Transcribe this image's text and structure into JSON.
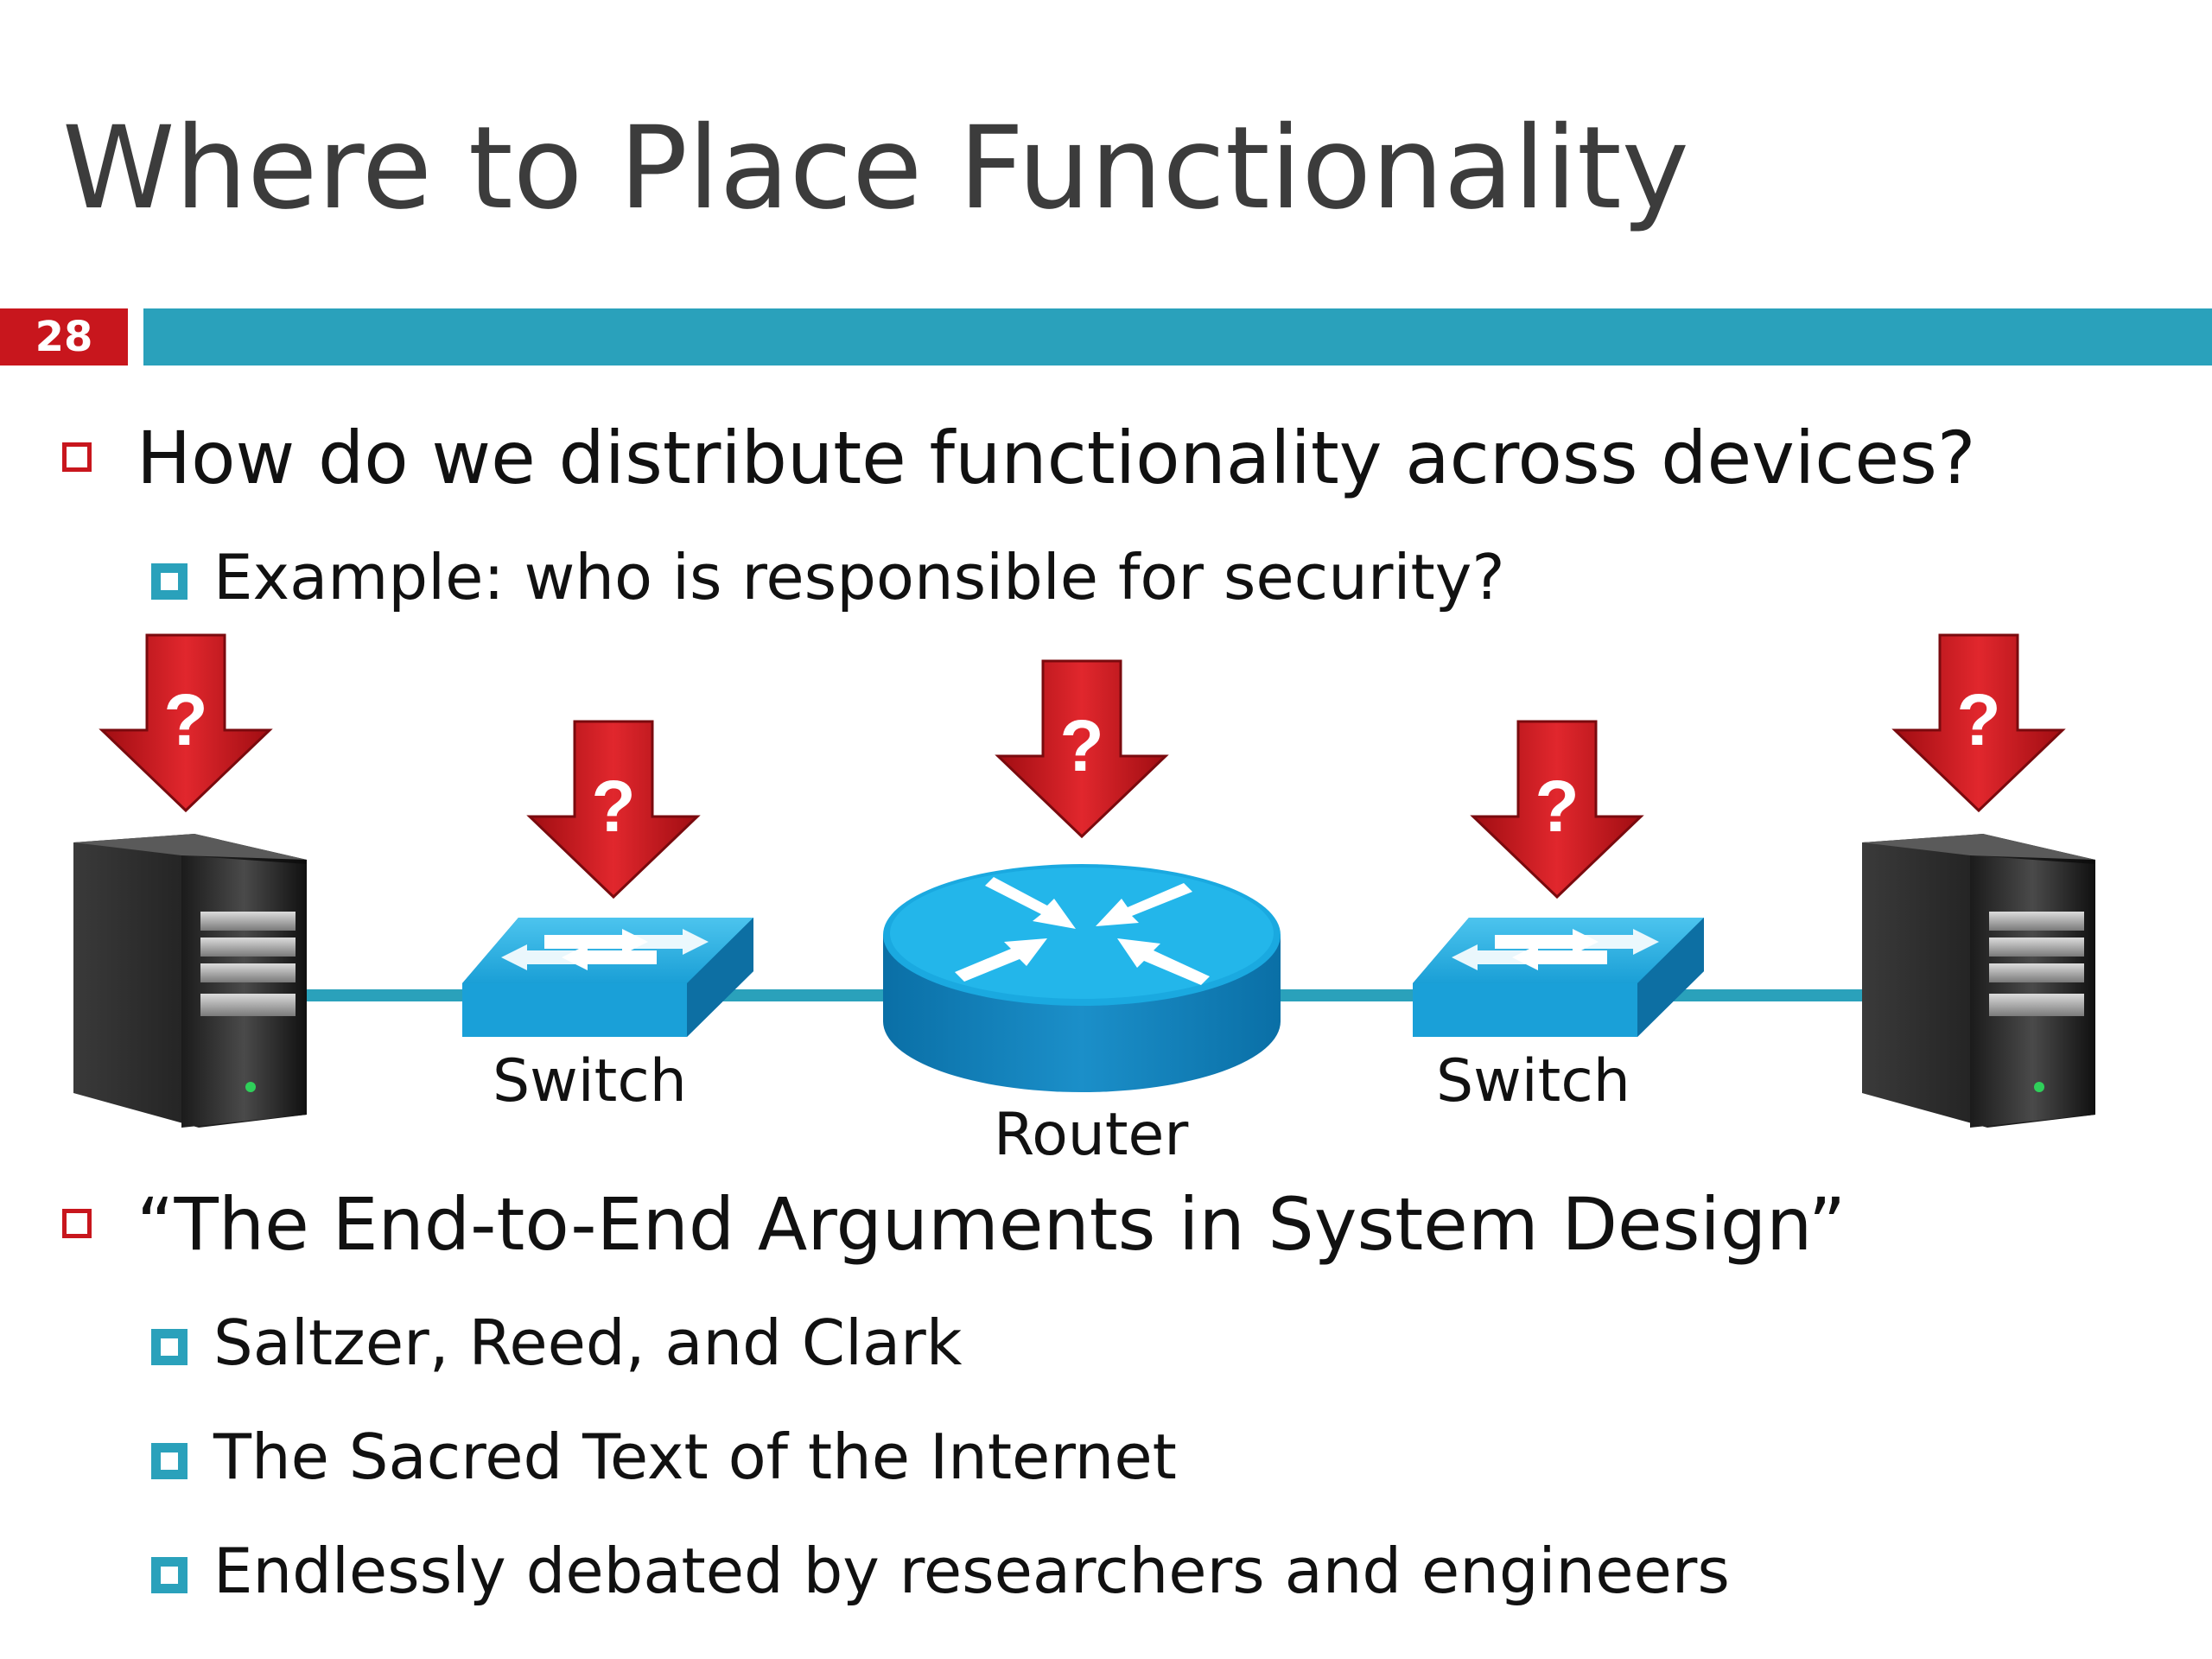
{
  "slide": {
    "title": "Where to Place Functionality",
    "number": "28"
  },
  "bullets_top": {
    "main": "How do we distribute functionality across devices?",
    "sub": "Example: who is responsible for security?"
  },
  "diagram": {
    "labels": {
      "switch_left": "Switch",
      "router": "Router",
      "switch_right": "Switch"
    },
    "question_mark": "?"
  },
  "bullets_bottom": {
    "main": "“The End-to-End Arguments in System Design”",
    "subs": [
      "Saltzer, Reed, and Clark",
      "The Sacred Text of the Internet",
      "Endlessly debated by researchers and engineers"
    ]
  },
  "colors": {
    "accent_red": "#c8161d",
    "accent_teal": "#2aa1bb",
    "device_blue": "#1aa9e0"
  }
}
